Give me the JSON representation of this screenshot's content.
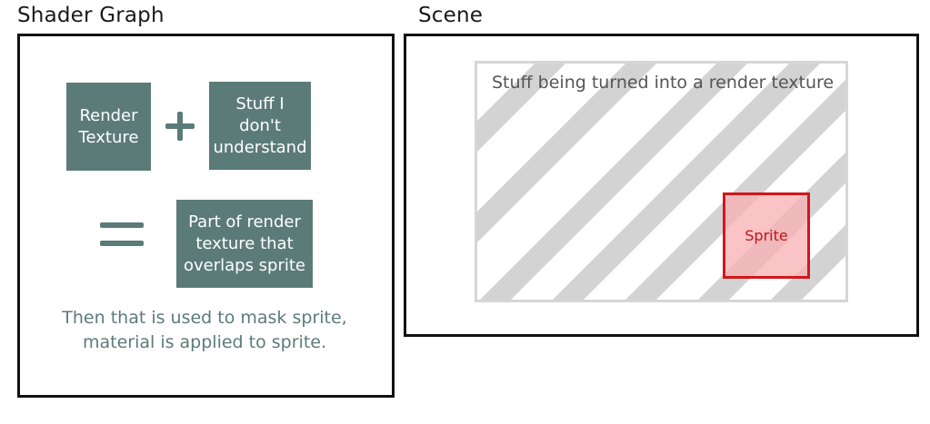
{
  "shader_graph": {
    "title": "Shader Graph",
    "box_render_texture": "Render\nTexture",
    "box_unknown": "Stuff I\ndon't\nunderstand",
    "box_result": "Part of render\ntexture that\noverlaps sprite",
    "caption": "Then that is used to mask sprite,\nmaterial is applied to sprite."
  },
  "scene": {
    "title": "Scene",
    "render_label": "Stuff being turned into a render texture",
    "sprite_label": "Sprite"
  },
  "colors": {
    "box_fill": "#5b7b79",
    "sprite_border": "#d0181b",
    "sprite_fill": "#f8afb2",
    "stripe": "#cfcfcf"
  },
  "icons": {
    "plus": "plus-icon",
    "equals": "equals-icon"
  }
}
